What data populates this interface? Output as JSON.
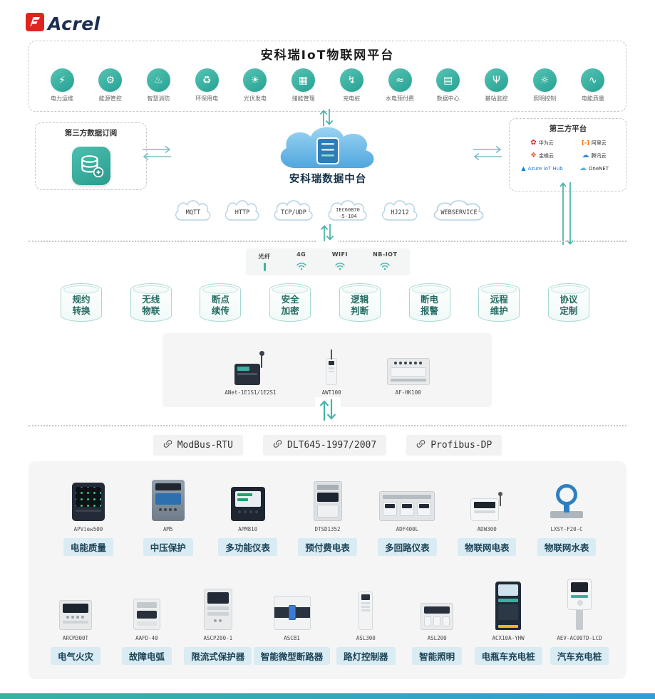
{
  "logo": {
    "text": "Acrel"
  },
  "header": {
    "title": "安科瑞IoT物联网平台"
  },
  "apps": [
    {
      "label": "电力运维",
      "glyph": "⚡"
    },
    {
      "label": "能源管控",
      "glyph": "⚙"
    },
    {
      "label": "智慧消防",
      "glyph": "♨"
    },
    {
      "label": "环保用电",
      "glyph": "♻"
    },
    {
      "label": "光伏发电",
      "glyph": "☀"
    },
    {
      "label": "储能管理",
      "glyph": "▦"
    },
    {
      "label": "充电桩",
      "glyph": "↯"
    },
    {
      "label": "水电预付费",
      "glyph": "≈"
    },
    {
      "label": "数据中心",
      "glyph": "▤"
    },
    {
      "label": "基站监控",
      "glyph": "Ψ"
    },
    {
      "label": "照明控制",
      "glyph": "☼"
    },
    {
      "label": "电能质量",
      "glyph": "∿"
    }
  ],
  "left_box": {
    "title": "第三方数据订阅"
  },
  "center": {
    "label": "安科瑞数据中台"
  },
  "right_box": {
    "title": "第三方平台",
    "vendors": [
      {
        "name": "华为云",
        "glyph": "✿",
        "color": "#d8262c"
      },
      {
        "name": "阿里云",
        "glyph": "[-]",
        "color": "#ff6a00"
      },
      {
        "name": "金蝶云",
        "glyph": "❖",
        "color": "#e0622a"
      },
      {
        "name": "腾讯云",
        "glyph": "☁",
        "color": "#2f88d8"
      },
      {
        "name": "Azure IoT Hub",
        "glyph": "▲",
        "color": "#0a84d0"
      },
      {
        "name": "OneNET",
        "glyph": "☁",
        "color": "#56b6e6"
      }
    ]
  },
  "protocol_clouds": [
    [
      "MQTT"
    ],
    [
      "HTTP"
    ],
    [
      "TCP/UDP"
    ],
    [
      "IEC60870",
      "-5-104"
    ],
    [
      "HJ212"
    ],
    [
      "WEBSERVICE"
    ]
  ],
  "connectivity": [
    {
      "label": "光纤"
    },
    {
      "label": "4G"
    },
    {
      "label": "WIFI"
    },
    {
      "label": "NB-IOT"
    }
  ],
  "capabilities": [
    [
      "规约",
      "转换"
    ],
    [
      "无线",
      "物联"
    ],
    [
      "断点",
      "续传"
    ],
    [
      "安全",
      "加密"
    ],
    [
      "逻辑",
      "判断"
    ],
    [
      "断电",
      "报警"
    ],
    [
      "远程",
      "维护"
    ],
    [
      "协议",
      "定制"
    ]
  ],
  "gateways": [
    {
      "model": "ANet-1E1S1/1E2S1"
    },
    {
      "model": "AWT100"
    },
    {
      "model": "AF-HK100"
    }
  ],
  "field_protocols": [
    {
      "label": "ModBus-RTU"
    },
    {
      "label": "DLT645-1997/2007"
    },
    {
      "label": "Profibus-DP"
    }
  ],
  "devices_row1": [
    {
      "model": "APView500",
      "label": "电能质量"
    },
    {
      "model": "AM5",
      "label": "中压保护"
    },
    {
      "model": "APM810",
      "label": "多功能仪表"
    },
    {
      "model": "DTSD1352",
      "label": "预付费电表"
    },
    {
      "model": "ADF400L",
      "label": "多回路仪表"
    },
    {
      "model": "ADW300",
      "label": "物联网电表"
    },
    {
      "model": "LXSY-F20-C",
      "label": "物联网水表"
    }
  ],
  "devices_row2": [
    {
      "model": "ARCM300T",
      "label": "电气火灾"
    },
    {
      "model": "AAFD-40",
      "label": "故障电弧"
    },
    {
      "model": "ASCP200-1",
      "label": "限流式保护器"
    },
    {
      "model": "ASCB1",
      "label": "智能微型断路器"
    },
    {
      "model": "ASL300",
      "label": "路灯控制器"
    },
    {
      "model": "ASL200",
      "label": "智能照明"
    },
    {
      "model": "ACX10A-YHW",
      "label": "电瓶车充电桩"
    },
    {
      "model": "AEV-AC007D-LCD",
      "label": "汽车充电桩"
    }
  ],
  "colors": {
    "teal": "#3cb4a9",
    "blue": "#3f9fd8",
    "chip_bg": "#d9ebf3",
    "logo_red": "#e0251f"
  }
}
